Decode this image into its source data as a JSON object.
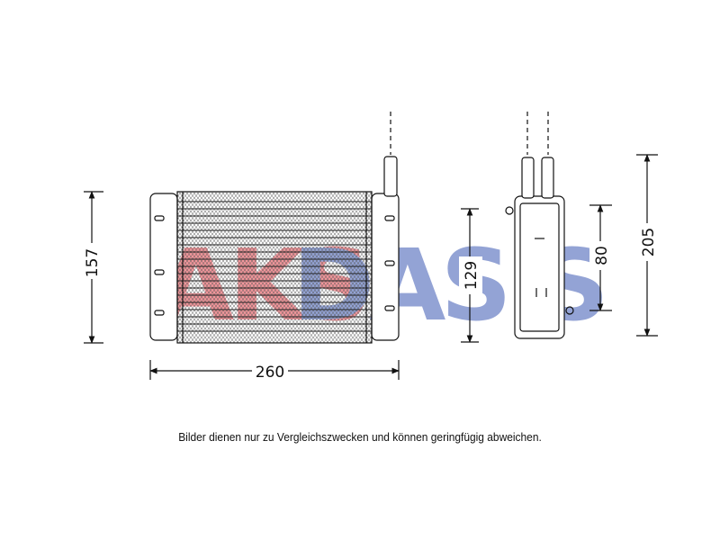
{
  "dimensions": {
    "height_front": "157",
    "width_front": "260",
    "core_height": "129",
    "tank_height": "80",
    "total_height": "205"
  },
  "watermark": {
    "text": "AKS DASIS",
    "colors": [
      "#e8424b",
      "#3c58b4"
    ]
  },
  "caption": "Bilder dienen nur zu Vergleichszwecken und können geringfügig abweichen."
}
